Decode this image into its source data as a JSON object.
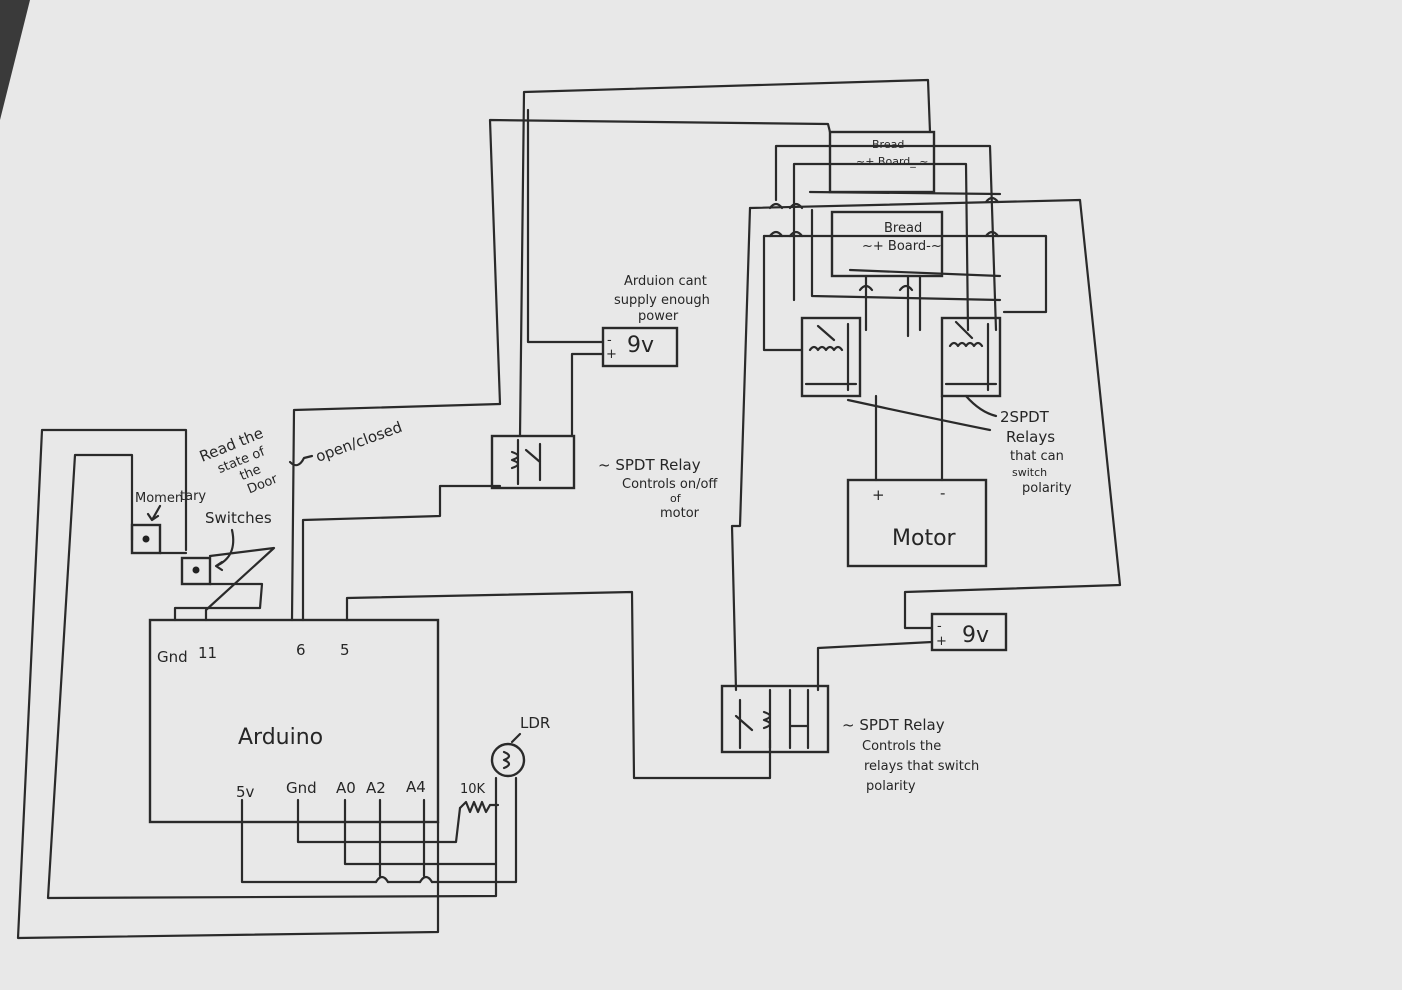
{
  "colors": {
    "paper": "#e9e9e9",
    "ink": "#2a2a2a",
    "background": "#3a3a3a"
  },
  "arduino": {
    "name": "Arduino",
    "pins_top": [
      "Gnd",
      "11",
      "6",
      "5"
    ],
    "pins_bottom": [
      "5v",
      "Gnd",
      "A0",
      "A2",
      "A4"
    ]
  },
  "switches": {
    "momentary": [
      "Momen",
      "tary"
    ],
    "switches_label": "Switches",
    "read_state": [
      "Read the",
      "state of",
      "the",
      "Door"
    ],
    "open_closed": "open/closed"
  },
  "ldr": {
    "label": "LDR",
    "resistor": "10K"
  },
  "top_battery": {
    "value": "9v",
    "minus": "-",
    "plus": "+",
    "note": [
      "Arduion cant",
      "supply enough",
      "power"
    ]
  },
  "relay_onoff": {
    "label": [
      "~ SPDT Relay",
      "Controls on/off",
      "of",
      "motor"
    ]
  },
  "breadboards": [
    {
      "line1": "Bread",
      "line2": "~+ Board_ ~"
    },
    {
      "line1": "Bread",
      "line2": "~+ Board-~"
    }
  ],
  "polarity_relays": {
    "label": [
      "2SPDT",
      "Relays",
      "that can",
      "switch",
      "polarity"
    ]
  },
  "motor": {
    "label": "Motor",
    "plus": "+",
    "minus": "-"
  },
  "bottom_battery": {
    "value": "9v",
    "minus": "-",
    "plus": "+"
  },
  "relay_polarity_ctrl": {
    "label": [
      "~ SPDT Relay",
      "Controls the",
      "relays that switch",
      "polarity"
    ]
  }
}
